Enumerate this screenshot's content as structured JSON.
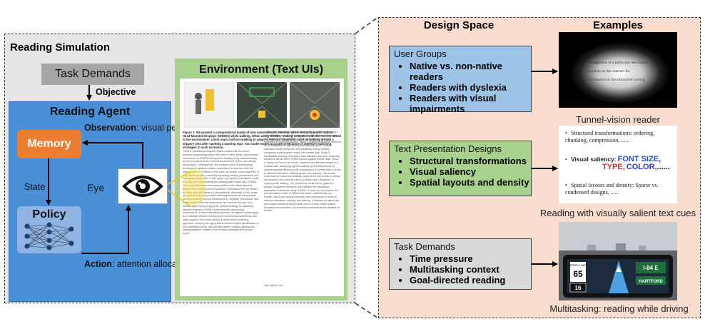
{
  "simulation": {
    "title": "Reading Simulation",
    "task_demands": "Task Demands",
    "objective_label": "Objective",
    "agent_title": "Reading Agent",
    "observation": {
      "bold": "Observation",
      "rest": ": visual perception"
    },
    "memory": "Memory",
    "state": "State",
    "eye": "Eye",
    "policy": "Policy",
    "action": {
      "bold": "Action",
      "rest": ": attention allocation"
    }
  },
  "environment": {
    "title": "Environment (Text UIs)",
    "paper_caption": "Figure 1: We present a computational model of how users allocate attention when interacting with Optical Head-Mounted Displays (OHMDs) while walking. When using OHMDs, reading competes with the need to attend to the environment. Users must confront walking to adapt to relevant situations, such as walking around a slippery area after spotting a warning sign. Our model makes accurate predictions of attention switching strategies in such scenarios.",
    "paper_left": "OHMDs seamlessly integrate digital content with the users' physical surroundings within their field of view. When users access information on OHMDs' transparent displays, they simultaneously perceive portions of the external environment, which can change dynamically. Consequently, this constant influx of surrounding environment updates creates competition for attention with the reading task on OHMDs. In this work, we model, more frequently to help them maintain, potentially impacting reading performance and increasing safety risks. In this paper, we present a predictive model to study how users reading and walking affect tasks with OHMDs. This model simulates how users partition their visual attention between the reading text and perceive information from an OHMD. Building upon the theory of computational rationality, in this model, we assume that users exhibit switching behavior as a sequential decision-making process constrained by cognitive, perceptual, and motor limits. Within this framework, we consider the user as a rational agent trying to apply the optimal strategy for balancing attention between OHMD content and the surrounding environment. In this multitasking scenario, the agent's primary goal is to maintain efficient reading and environmental awareness, and walk properly. This model utilizes a reinforcement-learning approach, meaning the agent learns without explicit specification of how switching occurs, and yet can capture realistic walking and reading patterns, similar to the heuristic strategies that people adopt.",
    "paper_right": "that involve managing eyeball movements to acquire information. Informed from a vast, and managing walking dynamics, including lateral movement and walking speed control. Our model is evaluated through two studies. Study 1 examines attention switches as an adaptation to task priority and walking speed. Study 2 assesses visual perception and readability during walking, comparing reading speed ratios with human data. Study 3 investigates reading resumption after attention switches, analyzing behaviors across three OHMD layouts against human data. Study 4, based on Zhou et al.'s work, explores how attention adapts in a realistic task, assessing agent's walking speed adjustments for optimal reading efficiency, with comparisons to human data in terms of attention allocation, walking speed, and reading. The results show that our model successfully captures the key trends in human performance and could be used to predict users' behaviour of reading while walking. The predictions could further guide the design of adaptive interfaces that optimize the information acquisition experience using OHMDs. To sum up, we propose the first simulation model of OHMD interaction called Heads-Up Reader, which can closely resemble user behaviours in terms of attention allocation, reading, and walking. It features an agent with pixel-based visual perception that runs on a fully OHMD-based simulation environment. Our technical contributions are detailed as follows.",
    "paper_footnote": "https://github.com/..."
  },
  "design": {
    "title": "Design Space",
    "examples_title": "Examples",
    "user_groups": {
      "title": "User Groups",
      "items": [
        "Native vs. non-native readers",
        "Readers with dyslexia",
        "Readers with visual impairments"
      ]
    },
    "text_designs": {
      "title": "Text Presentation Designs",
      "items": [
        "Structural transformations",
        "Visual saliency",
        "Spatial layouts and density"
      ]
    },
    "task_demands": {
      "title": "Task Demands",
      "items": [
        "Time pressure",
        "Multitasking context",
        "Goal-directed reading"
      ]
    }
  },
  "examples": {
    "tunnel": {
      "text_lines": [
        "arrangement of a particular description",
        "in a hole as the contract for",
        "information or the structured writing"
      ],
      "caption": "Tunnel-vision reader"
    },
    "salient": {
      "b1": "Structural transformations: ordering, chunking, compression, ......",
      "b2_label": "Visual saliency:",
      "font_size": "FONT SIZE,",
      "type": "TYPE,",
      "color": "COLOR,",
      "rest": "......",
      "b3": "Spatial layouts and density: Sparse vs. condensed designs, ......",
      "caption": "Reading with visually salient text cues"
    },
    "driving": {
      "speed_label": "SPEED LIMIT",
      "speed_limit": "65",
      "speed_current": "16",
      "highway": "I-84 E",
      "exit": "HARTFORD",
      "caption": "Multitasking: reading while driving"
    }
  },
  "colors": {
    "sim_bg": "#e6e6e6",
    "agent_blue": "#4a90d9",
    "memory_orange": "#ed7d31",
    "policy_blue": "#8fb4e3",
    "env_green": "#a9d18e",
    "design_bg": "#f9ded0",
    "user_groups_blue": "#9dc3e6",
    "task_gray": "#d9d9d9",
    "connector_yellow": "#f2c400"
  }
}
